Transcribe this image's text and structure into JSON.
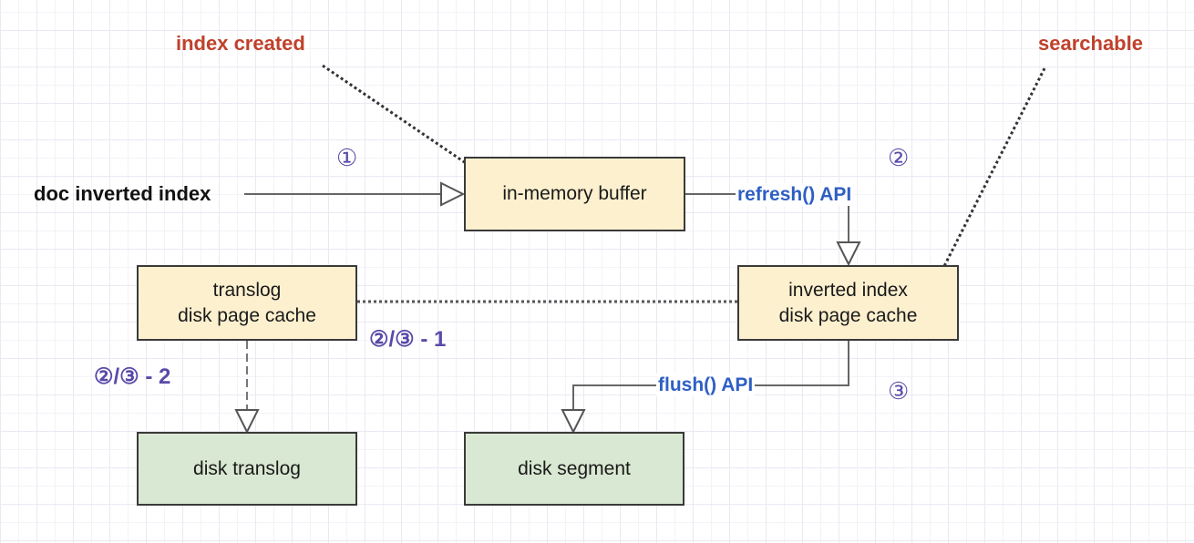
{
  "annotations": {
    "index_created": "index created",
    "searchable": "searchable"
  },
  "source_label": "doc inverted index",
  "nodes": {
    "in_memory_buffer": "in-memory buffer",
    "translog_cache": [
      "translog",
      "disk page cache"
    ],
    "inverted_index_cache": [
      "inverted index",
      "disk page cache"
    ],
    "disk_translog": "disk translog",
    "disk_segment": "disk segment"
  },
  "edge_labels": {
    "refresh": "refresh() API",
    "flush": "flush() API"
  },
  "step_markers": {
    "step1": "①",
    "step2": "②",
    "step3": "③",
    "step23_1": "②/③ - 1",
    "step23_2": "②/③ - 2"
  },
  "colors": {
    "memory_box": "#fdf0cf",
    "disk_box": "#d9e8d2",
    "annotation": "#c0412b",
    "api_label": "#2f5fc4",
    "step_marker": "#5a4aa8"
  }
}
